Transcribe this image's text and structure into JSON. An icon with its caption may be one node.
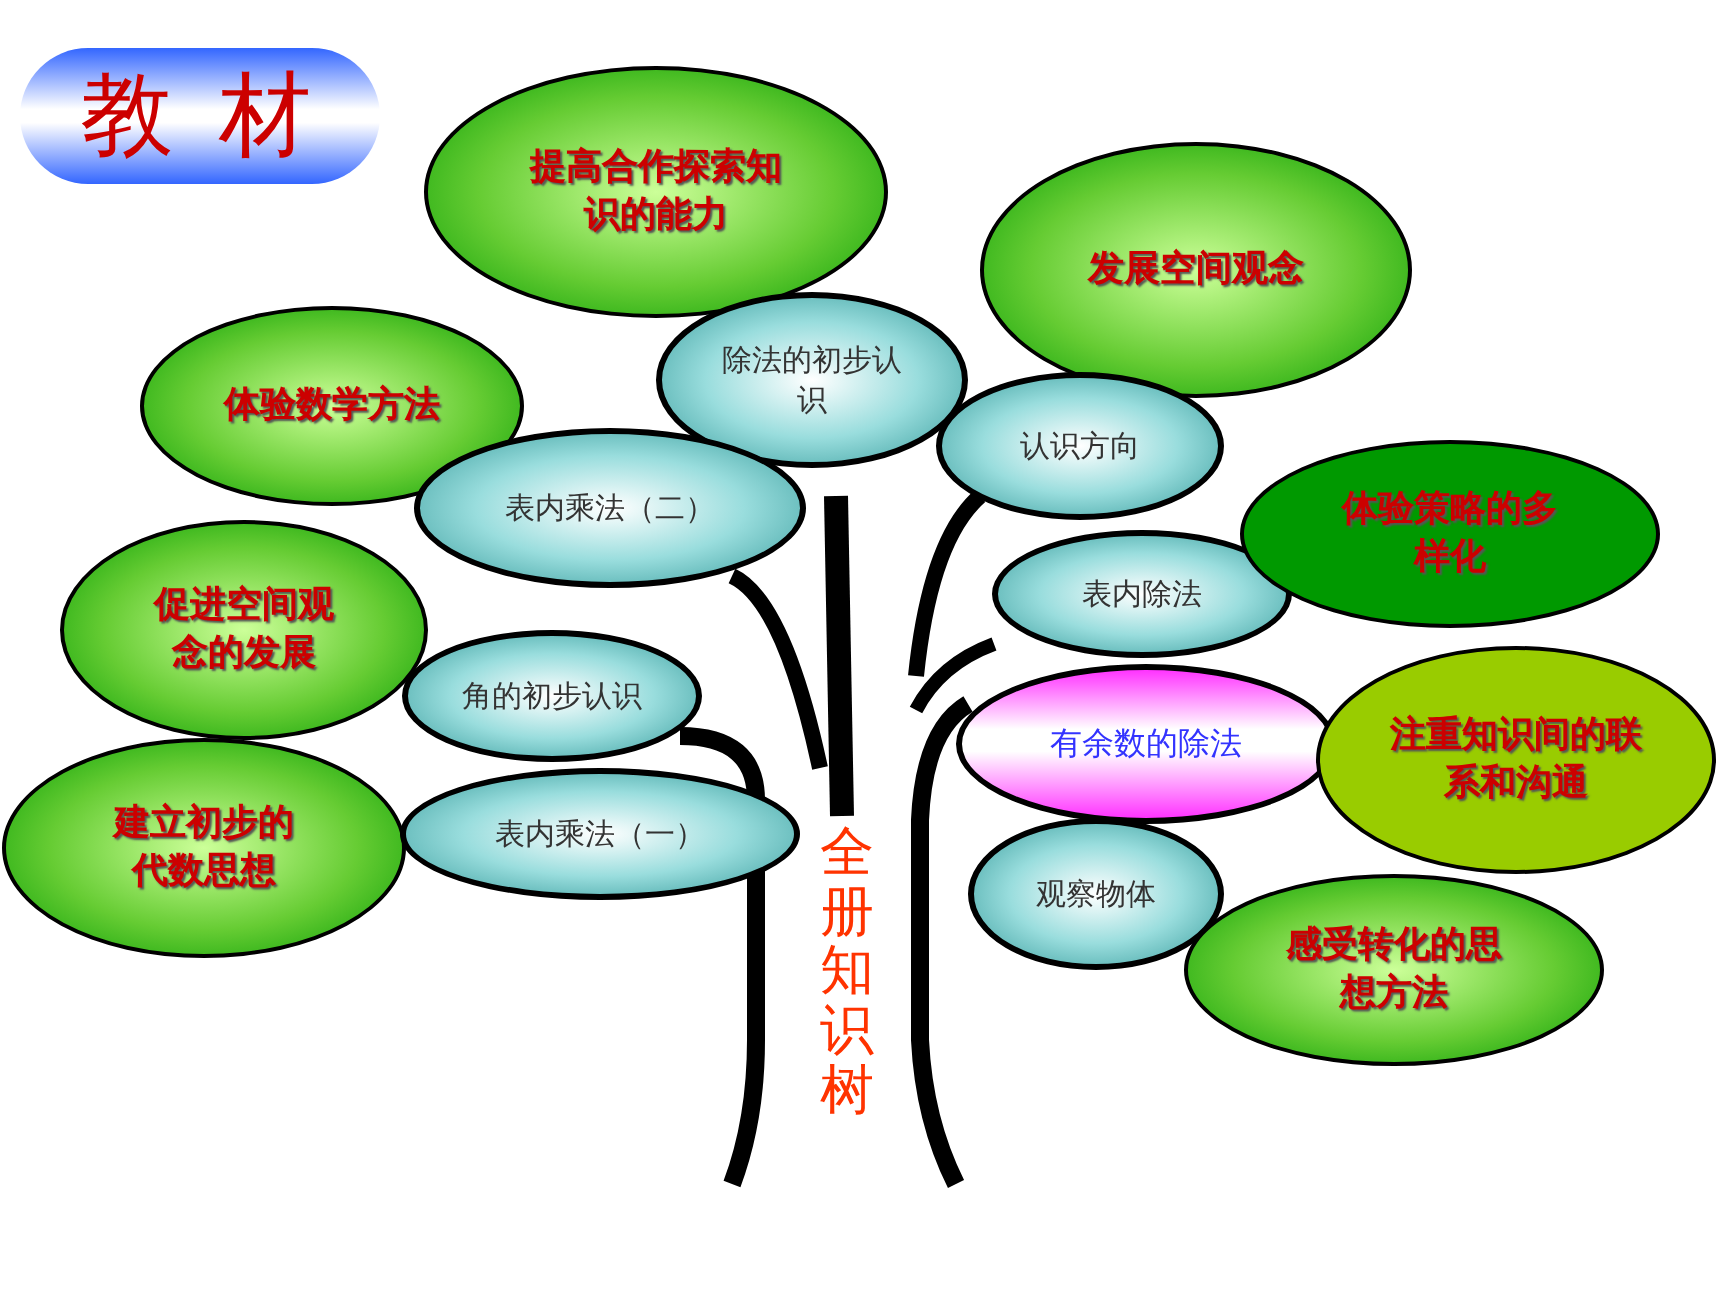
{
  "diagram": {
    "nodes": [
      {
        "text": [
          "教 材"
        ]
      },
      {
        "text": [
          "提高合作探索知识的能力"
        ]
      },
      {
        "text": [
          "发展空间观念"
        ]
      },
      {
        "text": [
          "除法的初步认识"
        ]
      },
      {
        "text": [
          "体验数学方法"
        ]
      },
      {
        "text": [
          "认识方向"
        ]
      },
      {
        "text": [
          "表内乘法（二）"
        ]
      },
      {
        "text": [
          "体验策略的多样化"
        ]
      },
      {
        "text": [
          "促进空间观念的发展"
        ]
      },
      {
        "text": [
          "表内除法"
        ]
      },
      {
        "text": [
          "角的初步认识"
        ]
      },
      {
        "text": [
          "有余数的除法"
        ]
      },
      {
        "text": [
          "注重知识间的联系和沟通"
        ]
      },
      {
        "text": [
          "建立初步的代数思想"
        ]
      },
      {
        "text": [
          "表内乘法（一）"
        ]
      },
      {
        "text": [
          "观察物体"
        ]
      },
      {
        "text": [
          "感受转化的思想方法"
        ]
      }
    ],
    "labels": [
      "全册知识树"
    ]
  }
}
